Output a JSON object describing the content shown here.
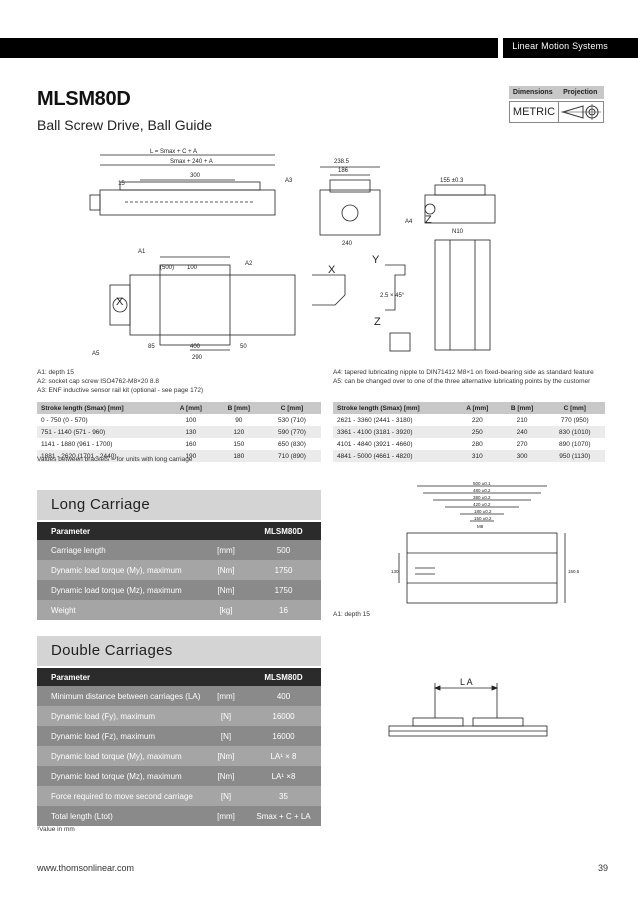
{
  "header": {
    "section": "Linear Motion Systems"
  },
  "product": {
    "title": "MLSM80D",
    "subtitle": "Ball Screw Drive, Ball Guide"
  },
  "projection": {
    "col1": "Dimensions",
    "col2": "Projection",
    "unit": "METRIC"
  },
  "drawing_labels": {
    "L": "L = Smax + C + A",
    "S": "Smax + 240 + A",
    "X": "X",
    "Y": "Y",
    "Z": "Z",
    "d300": "300",
    "d400": "400",
    "d290": "290",
    "d2385": "238.5",
    "d240": "240",
    "d186": "186",
    "d1551": "155 ±0.3",
    "a1": "A1",
    "a2": "A2",
    "a3": "A3",
    "a4": "A4",
    "a5": "A5",
    "n10": "N10",
    "d50": "50",
    "d85": "85",
    "d15": "15",
    "d500": "(500)",
    "d100": "100",
    "d25": "2.5 × 45°"
  },
  "notes_left": [
    "A1: depth 15",
    "A2: socket cap screw ISO4762-M8×20 8.8",
    "A3: ENF inductive sensor rail kit (optional - see page 172)"
  ],
  "notes_right": [
    "A4: tapered lubricating nipple to DIN71412 M8×1 on fixed-bearing side as standard feature",
    "A5: can be changed over to one of the three alternative lubricating points by the customer"
  ],
  "dims_table_left": {
    "headers": [
      "Stroke length (Smax) [mm]",
      "A [mm]",
      "B [mm]",
      "C [mm]"
    ],
    "rows": [
      [
        "0 - 750 (0 - 570)",
        "100",
        "90",
        "530 (710)"
      ],
      [
        "751 - 1140 (571 - 960)",
        "130",
        "120",
        "590 (770)"
      ],
      [
        "1141 - 1880 (961 - 1700)",
        "160",
        "150",
        "650 (830)"
      ],
      [
        "1881 - 2620 (1701 - 2440)",
        "190",
        "180",
        "710 (890)"
      ]
    ]
  },
  "dims_table_right": {
    "headers": [
      "Stroke length (Smax) [mm]",
      "A [mm]",
      "B [mm]",
      "C [mm]"
    ],
    "rows": [
      [
        "2621 - 3360 (2441 - 3180)",
        "220",
        "210",
        "770 (950)"
      ],
      [
        "3361 - 4100 (3181 - 3920)",
        "250",
        "240",
        "830 (1010)"
      ],
      [
        "4101 - 4840 (3921 - 4660)",
        "280",
        "270",
        "890 (1070)"
      ],
      [
        "4841 - 5000 (4661 - 4820)",
        "310",
        "300",
        "950 (1130)"
      ]
    ]
  },
  "bracket_note": "Values between brackets = for units with long carriage",
  "long_carriage": {
    "title": "Long Carriage",
    "header": {
      "param": "Parameter",
      "model": "MLSM80D"
    },
    "rows": [
      {
        "name": "Carriage length",
        "unit": "[mm]",
        "value": "500"
      },
      {
        "name": "Dynamic load torque (My), maximum",
        "unit": "[Nm]",
        "value": "1750"
      },
      {
        "name": "Dynamic load torque (Mz), maximum",
        "unit": "[Nm]",
        "value": "1750"
      },
      {
        "name": "Weight",
        "unit": "[kg]",
        "value": "16"
      }
    ],
    "drawing_note": "A1: depth 15",
    "dims": [
      "500 ±0.1",
      "480 ±0.2",
      "380 ±0.2",
      "420 ±0.2",
      "180 ±0.2",
      "150 ±0.2",
      "M8",
      "130",
      "150.5"
    ]
  },
  "double_carriages": {
    "title": "Double Carriages",
    "header": {
      "param": "Parameter",
      "model": "MLSM80D"
    },
    "rows": [
      {
        "name": "Minimum distance between carriages (LA)",
        "unit": "[mm]",
        "value": "400"
      },
      {
        "name": "Dynamic load (Fy), maximum",
        "unit": "[N]",
        "value": "16000"
      },
      {
        "name": "Dynamic load (Fz), maximum",
        "unit": "[N]",
        "value": "16000"
      },
      {
        "name": "Dynamic load torque (My), maximum",
        "unit": "[Nm]",
        "value": "LA¹ × 8"
      },
      {
        "name": "Dynamic load torque (Mz), maximum",
        "unit": "[Nm]",
        "value": "LA¹ ×8"
      },
      {
        "name": "Force required to move second carriage",
        "unit": "[N]",
        "value": "35"
      },
      {
        "name": "Total length (Ltot)",
        "unit": "[mm]",
        "value": "Smax + C + LA"
      }
    ],
    "drawing_label": "L A"
  },
  "footnote": "¹Value in mm",
  "footer": {
    "url": "www.thomsonlinear.com",
    "page": "39"
  }
}
